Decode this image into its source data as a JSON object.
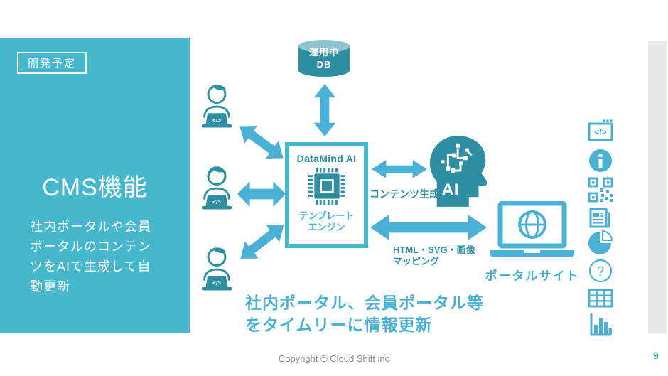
{
  "slide": {
    "badge": "開発予定",
    "title": "CMS機能",
    "description": "社内ポータルや会員\nポータルのコンテン\nツをAIで生成して自\n動更新"
  },
  "diagram": {
    "db_label": "運用中\nDB",
    "engine_title": "DataMind AI",
    "engine_subtitle": "テンプレート\nエンジン",
    "ai_text": "AI",
    "content_generation_label": "コンテンツ生成",
    "mapping_label": "HTML・SVG・画像\nマッピング",
    "portal_label": "ポータルサイト",
    "code_glyph": "</>",
    "question_glyph": "?",
    "message": "社内ポータル、会員ポータル等\nをタイムリーに情報更新"
  },
  "right_icon_names": [
    "code-window",
    "info",
    "qr-code",
    "news-document",
    "pie-chart",
    "help",
    "table",
    "bar-chart"
  ],
  "footer": {
    "copyright": "Copyright © Cloud Shift inc",
    "page_number": "9"
  },
  "colors": {
    "teal_panel": "#46B8CE",
    "teal_bright": "#4AB1D6",
    "teal_dark": "#2E8FA3",
    "cylinder_top": "#8FC4CF",
    "gray_bar": "#E9E9E9"
  }
}
